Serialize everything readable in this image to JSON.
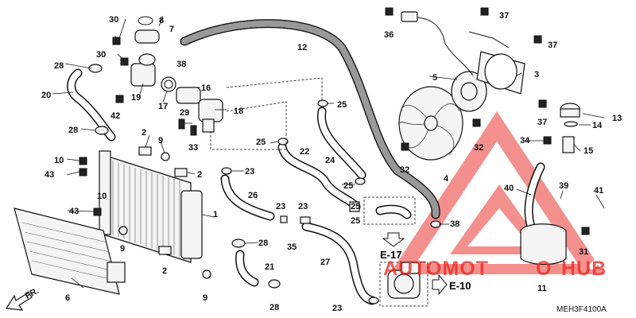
{
  "diagram": {
    "part_numbers": {
      "p1": "1",
      "p2": "2",
      "p3": "3",
      "p4": "4",
      "p5": "5",
      "p6": "6",
      "p7": "7",
      "p8": "8",
      "p9": "9",
      "p10": "10",
      "p11": "11",
      "p12": "12",
      "p13": "13",
      "p14": "14",
      "p15": "15",
      "p16": "16",
      "p17": "17",
      "p18": "18",
      "p19": "19",
      "p20": "20",
      "p21": "21",
      "p22": "22",
      "p23": "23",
      "p24": "24",
      "p25": "25",
      "p26": "26",
      "p27": "27",
      "p28": "28",
      "p29": "29",
      "p30": "30",
      "p31": "31",
      "p32": "32",
      "p33": "33",
      "p34": "34",
      "p35": "35",
      "p36": "36",
      "p37": "37",
      "p38": "38",
      "p39": "39",
      "p40": "40",
      "p41": "41",
      "p42": "42",
      "p43": "43"
    },
    "references": {
      "e17": "E-17",
      "e10": "E-10"
    },
    "direction": "FR.",
    "diagram_code": "MEH3F4100A"
  },
  "watermark": {
    "text_a": "AUTOMOT",
    "text_b": "O",
    "text_c": "HUB",
    "color": "#e8241e"
  }
}
